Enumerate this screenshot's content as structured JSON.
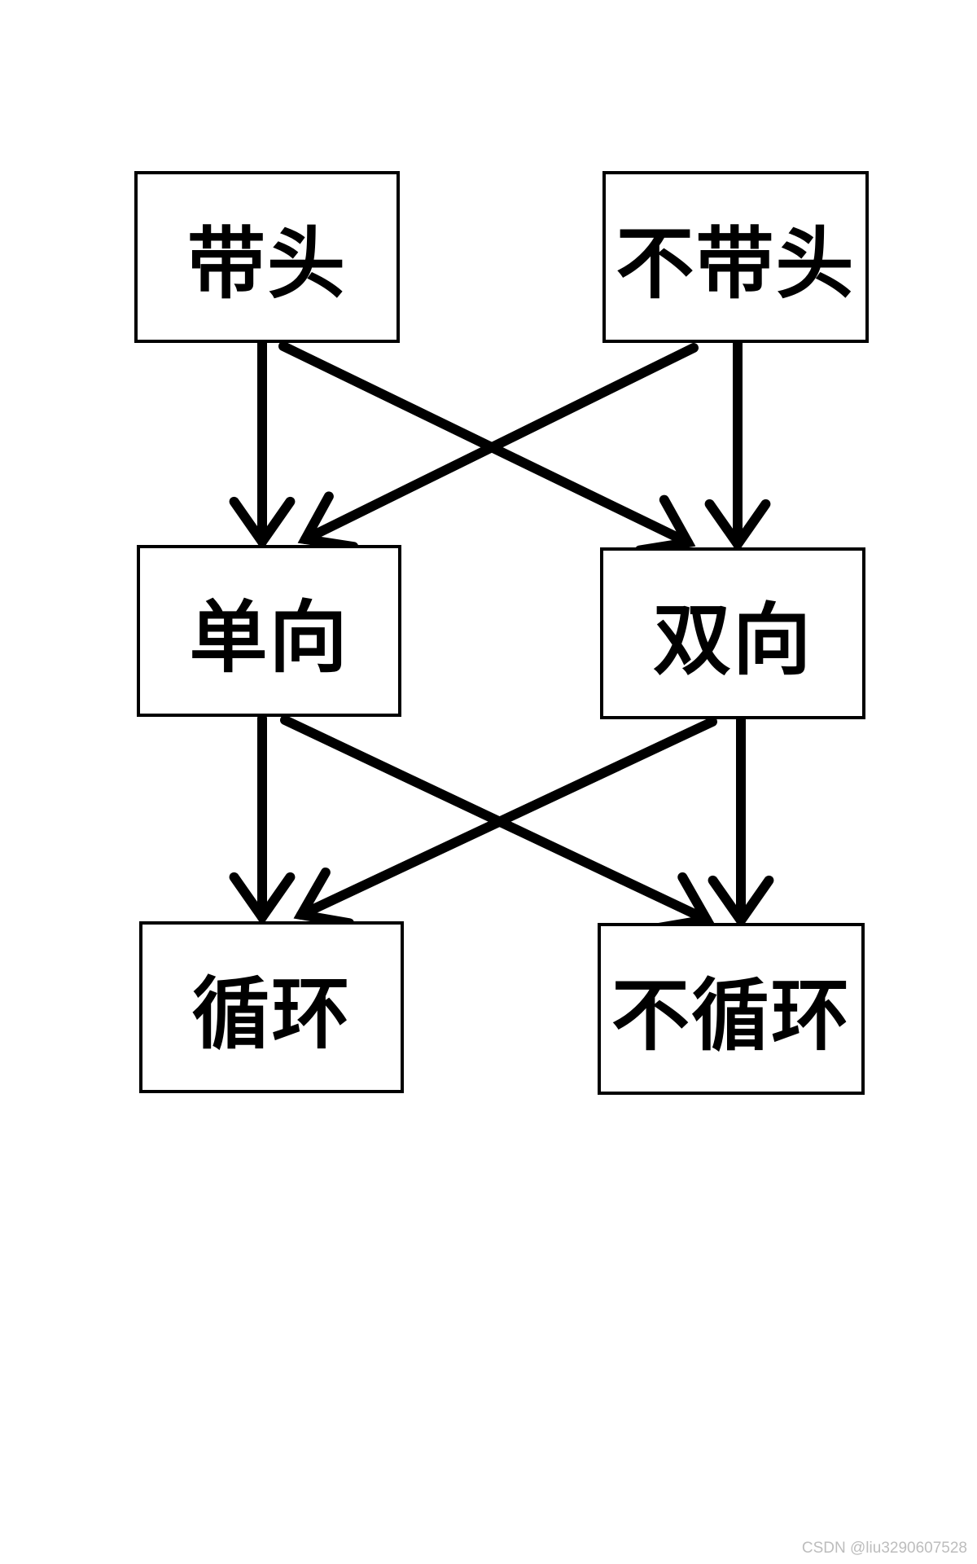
{
  "nodes": {
    "with_head": "带头",
    "without_head": "不带头",
    "singly": "单向",
    "doubly": "双向",
    "circular": "循环",
    "non_circular": "不循环"
  },
  "edges": [
    {
      "from": "with_head",
      "to": "singly"
    },
    {
      "from": "with_head",
      "to": "doubly"
    },
    {
      "from": "without_head",
      "to": "singly"
    },
    {
      "from": "without_head",
      "to": "doubly"
    },
    {
      "from": "singly",
      "to": "circular"
    },
    {
      "from": "singly",
      "to": "non_circular"
    },
    {
      "from": "doubly",
      "to": "circular"
    },
    {
      "from": "doubly",
      "to": "non_circular"
    }
  ],
  "watermark": "CSDN @liu3290607528",
  "colors": {
    "line": "#000000",
    "background": "#ffffff",
    "watermark": "#bdbdbd"
  }
}
